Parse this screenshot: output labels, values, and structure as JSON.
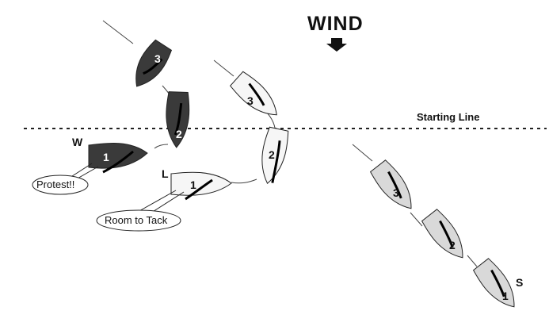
{
  "wind": {
    "label": "WIND"
  },
  "starting_line": {
    "label": "Starting Line"
  },
  "boats": {
    "dark": {
      "letter": "W",
      "positions": [
        "1",
        "2",
        "3"
      ]
    },
    "white": {
      "letter": "L",
      "positions": [
        "1",
        "2",
        "3"
      ]
    },
    "grey": {
      "letter": "S",
      "positions": [
        "1",
        "2",
        "3"
      ]
    }
  },
  "callouts": {
    "protest": "Protest!!",
    "room_to_tack": "Room to Tack"
  },
  "colors": {
    "dark_hull": "#3a3a3a",
    "white_hull": "#f6f6f6",
    "grey_hull": "#d9d9d9",
    "outline": "#222222"
  }
}
